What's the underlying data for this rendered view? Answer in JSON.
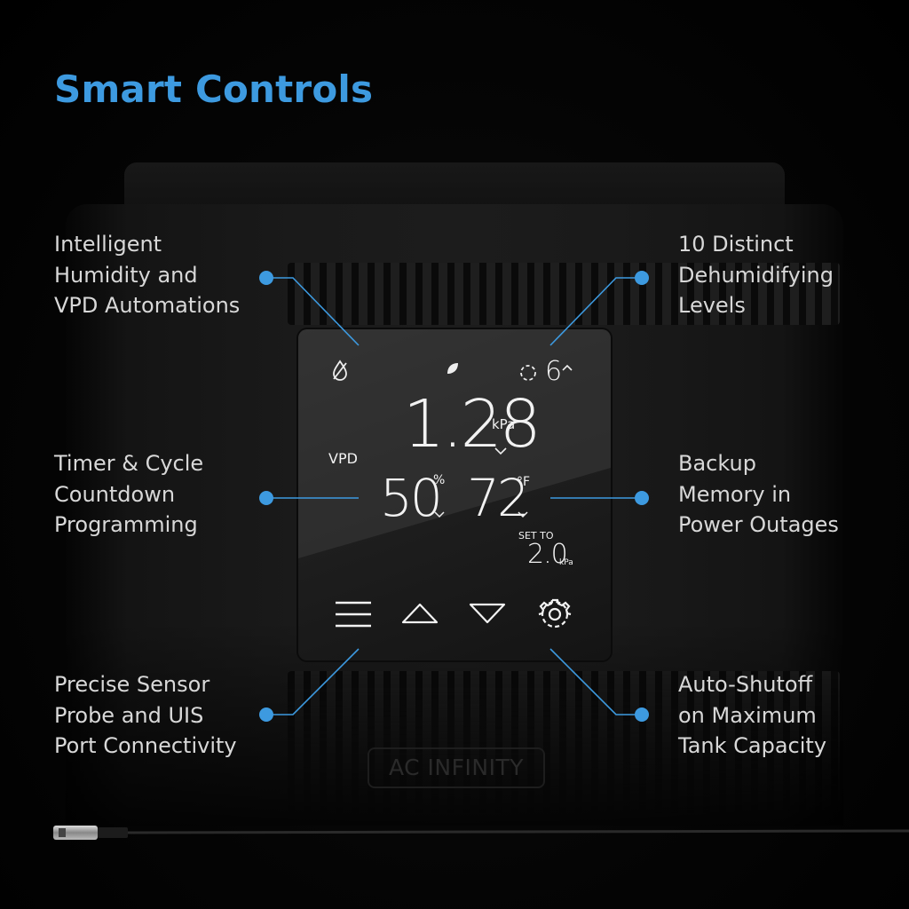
{
  "title": "Smart Controls",
  "features": {
    "top_left": "Intelligent\nHumidity and\nVPD Automations",
    "top_right": "10 Distinct\nDehumidifying\nLevels",
    "mid_left": "Timer & Cycle\nCountdown\nProgramming",
    "mid_right": "Backup\nMemory in\nPower Outages",
    "bottom_left": "Precise Sensor\nProbe and UIS\nPort Connectivity",
    "bottom_right": "Auto-Shutoff\non Maximum\nTank Capacity"
  },
  "display": {
    "vpd_value": "1.28",
    "vpd_unit": "kPa",
    "vpd_label": "VPD",
    "humidity_value": "50",
    "humidity_unit": "%",
    "temp_value": "72",
    "temp_unit": "°F",
    "set_to_label": "SET TO",
    "set_value": "2.0",
    "set_unit": "kPa",
    "level": "6"
  },
  "brand": "AC INFINITY",
  "colors": {
    "accent": "#3d9ae0"
  }
}
